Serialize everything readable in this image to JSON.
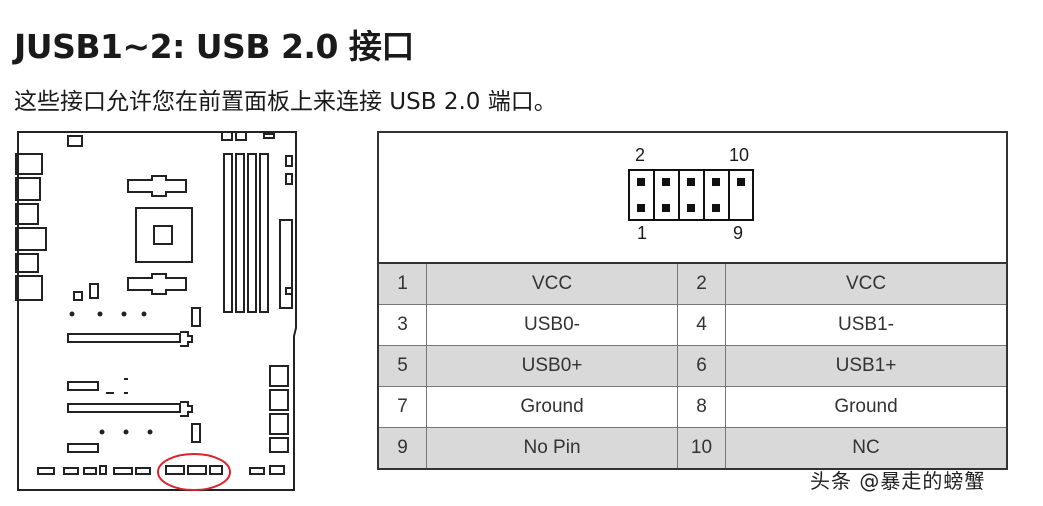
{
  "heading": {
    "title": "JUSB1~2: USB 2.0 接口",
    "description": "这些接口允许您在前置面板上来连接 USB 2.0 端口。"
  },
  "connector": {
    "label_top_left": "2",
    "label_top_right": "10",
    "label_bottom_left": "1",
    "label_bottom_right": "9"
  },
  "pinout": [
    {
      "pin_a": "1",
      "signal_a": "VCC",
      "pin_b": "2",
      "signal_b": "VCC"
    },
    {
      "pin_a": "3",
      "signal_a": "USB0-",
      "pin_b": "4",
      "signal_b": "USB1-"
    },
    {
      "pin_a": "5",
      "signal_a": "USB0+",
      "pin_b": "6",
      "signal_b": "USB1+"
    },
    {
      "pin_a": "7",
      "signal_a": "Ground",
      "pin_b": "8",
      "signal_b": "Ground"
    },
    {
      "pin_a": "9",
      "signal_a": "No Pin",
      "pin_b": "10",
      "signal_b": "NC"
    }
  ],
  "watermark": "头条 @暴走的螃蟹",
  "colors": {
    "row_shade": "#d9d9d9",
    "highlight_circle": "#d9232d"
  }
}
